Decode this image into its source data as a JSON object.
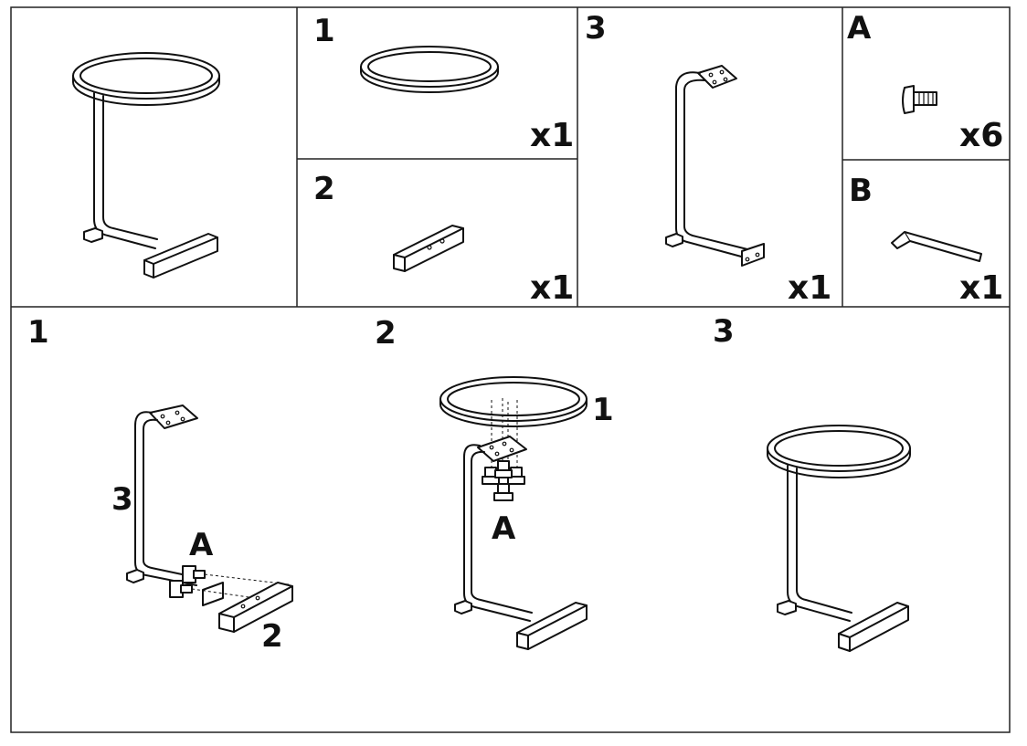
{
  "parts": {
    "part1": {
      "number": "1",
      "quantity": "x1",
      "icon": "oval-tabletop-ring"
    },
    "part2": {
      "number": "2",
      "quantity": "x1",
      "icon": "rectangular-foot-bar"
    },
    "part3": {
      "number": "3",
      "quantity": "x1",
      "icon": "c-shaped-frame"
    },
    "partA": {
      "letter": "A",
      "quantity": "x6",
      "icon": "bolt"
    },
    "partB": {
      "letter": "B",
      "quantity": "x1",
      "icon": "allen-key"
    }
  },
  "steps": {
    "step1": {
      "number": "1",
      "callout_frame": "3",
      "callout_bolt": "A",
      "callout_foot": "2"
    },
    "step2": {
      "number": "2",
      "callout_top": "1",
      "callout_bolt": "A"
    },
    "step3": {
      "number": "3"
    }
  }
}
